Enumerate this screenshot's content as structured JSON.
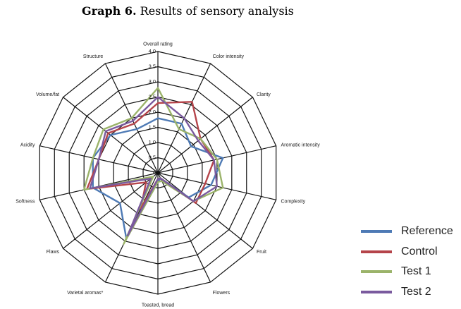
{
  "caption": {
    "prefix": "Graph 6.",
    "text": "Results of sensory analysis"
  },
  "chart_data": {
    "type": "radar",
    "title": "",
    "axes": [
      "Overall rating",
      "Color intensity",
      "Clarity",
      "Aromatic intensity",
      "Complexity",
      "Fruit",
      "Flowers",
      "Toasted, bread",
      "Varietal aromas*",
      "Flaws",
      "Softness",
      "Acidity",
      "Volume/fat",
      "Structure"
    ],
    "ticks": [
      "0",
      "0.5",
      "1.0",
      "1.5",
      "2.0",
      "2.5",
      "3.0",
      "3.5",
      "4.0"
    ],
    "rmin": 0,
    "rmax": 4,
    "tick_step": 0.5,
    "grid": true,
    "legend_position": "right",
    "series": [
      {
        "name": "Reference",
        "color": "#4e7ab5",
        "values": [
          1.8,
          1.8,
          1.4,
          2.2,
          1.8,
          1.3,
          0.2,
          0.3,
          2.4,
          1.6,
          2.2,
          2.2,
          2.0,
          1.6
        ]
      },
      {
        "name": "Control",
        "color": "#b5444a",
        "values": [
          2.3,
          2.6,
          1.8,
          1.9,
          1.6,
          1.6,
          0.2,
          0.2,
          1.3,
          0.5,
          2.4,
          2.0,
          2.1,
          1.8
        ]
      },
      {
        "name": "Test 1",
        "color": "#9bb36a",
        "values": [
          2.8,
          1.6,
          1.8,
          2.0,
          2.2,
          1.5,
          0.3,
          0.3,
          2.6,
          0.2,
          2.5,
          2.2,
          2.3,
          2.0
        ]
      },
      {
        "name": "Test 2",
        "color": "#7a5a9e",
        "values": [
          2.5,
          2.0,
          1.7,
          1.9,
          2.0,
          1.5,
          0.2,
          0.2,
          2.3,
          0.3,
          2.3,
          2.0,
          2.2,
          1.9
        ]
      }
    ]
  }
}
